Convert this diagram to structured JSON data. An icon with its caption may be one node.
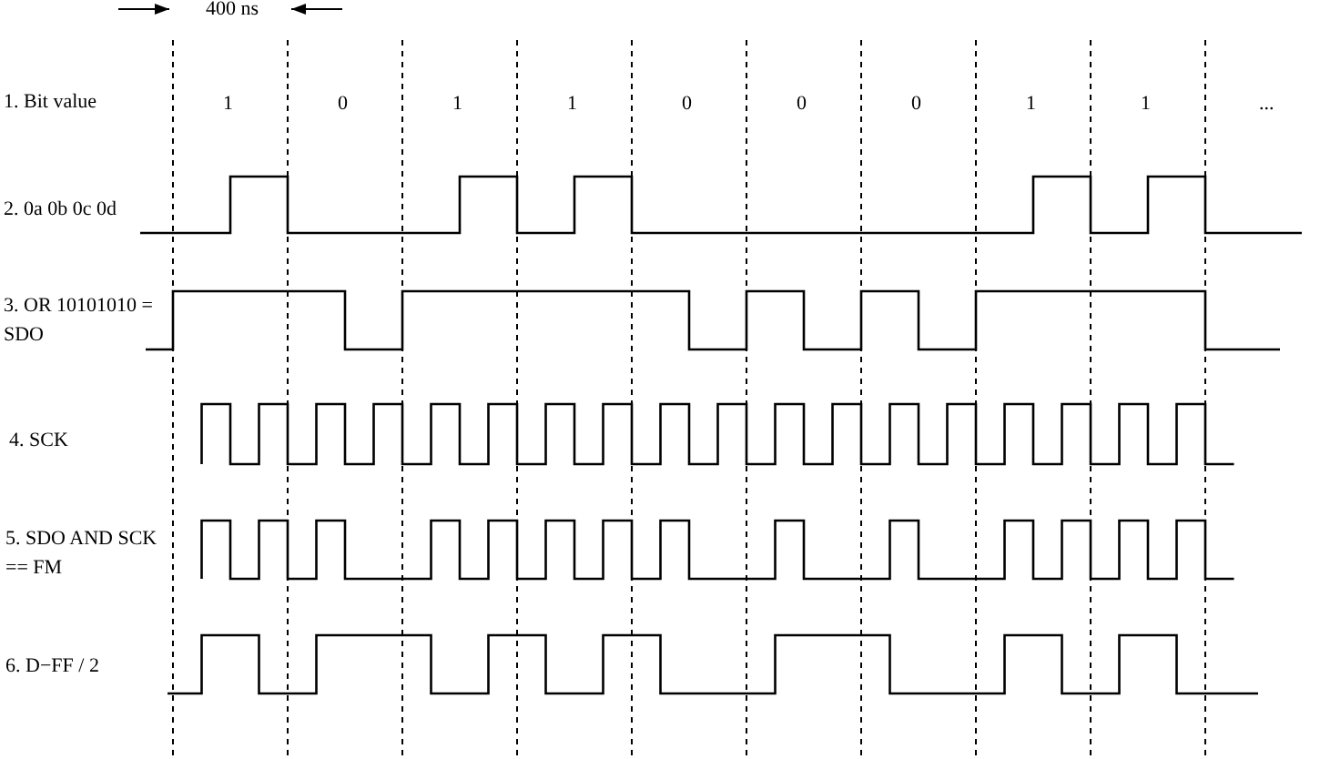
{
  "diagram": {
    "labels": [
      "400 ns",
      "1. Bit value",
      "1",
      "0",
      "1",
      "1",
      "0",
      "0",
      "0",
      "1",
      "1",
      "...",
      "2. 0a 0b 0c 0d",
      "3. OR 10101010 = SDO",
      "4. SCK",
      "5. SDO AND SCK == FM",
      "6. D−FF / 2"
    ]
  }
}
